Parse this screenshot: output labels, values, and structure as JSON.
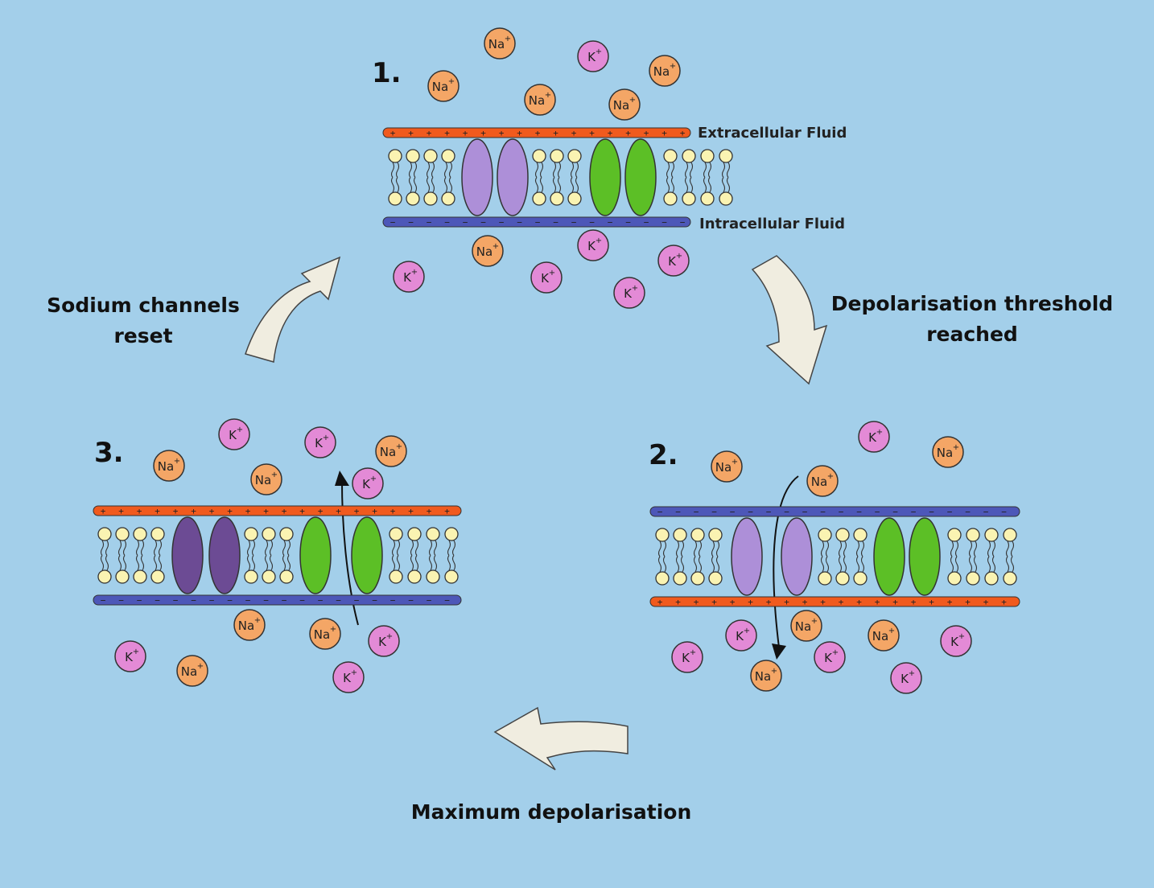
{
  "colors": {
    "background": "#a3cfea",
    "positive_layer": "#f05a1e",
    "negative_layer": "#4d57b8",
    "sodium_ion": "#f4a666",
    "potassium_ion": "#e38ad6",
    "lipid_head": "#faf3b2",
    "channel_purple_light": "#ad8fd8",
    "channel_purple_dark": "#6c4b94",
    "channel_green": "#5cbf26",
    "cycle_arrow": "#f0ede0"
  },
  "ions": {
    "sodium": "Na",
    "potassium": "K",
    "charge": "+"
  },
  "labels": {
    "extracellular": "Extracellular Fluid",
    "intracellular": "Intracellular Fluid"
  },
  "steps": [
    {
      "number": "1."
    },
    {
      "number": "2."
    },
    {
      "number": "3."
    }
  ],
  "transitions": {
    "one_to_two": [
      "Depolarisation threshold",
      "reached"
    ],
    "two_to_three": [
      "Maximum depolarisation"
    ],
    "three_to_one": [
      "Sodium channels",
      "reset"
    ]
  }
}
